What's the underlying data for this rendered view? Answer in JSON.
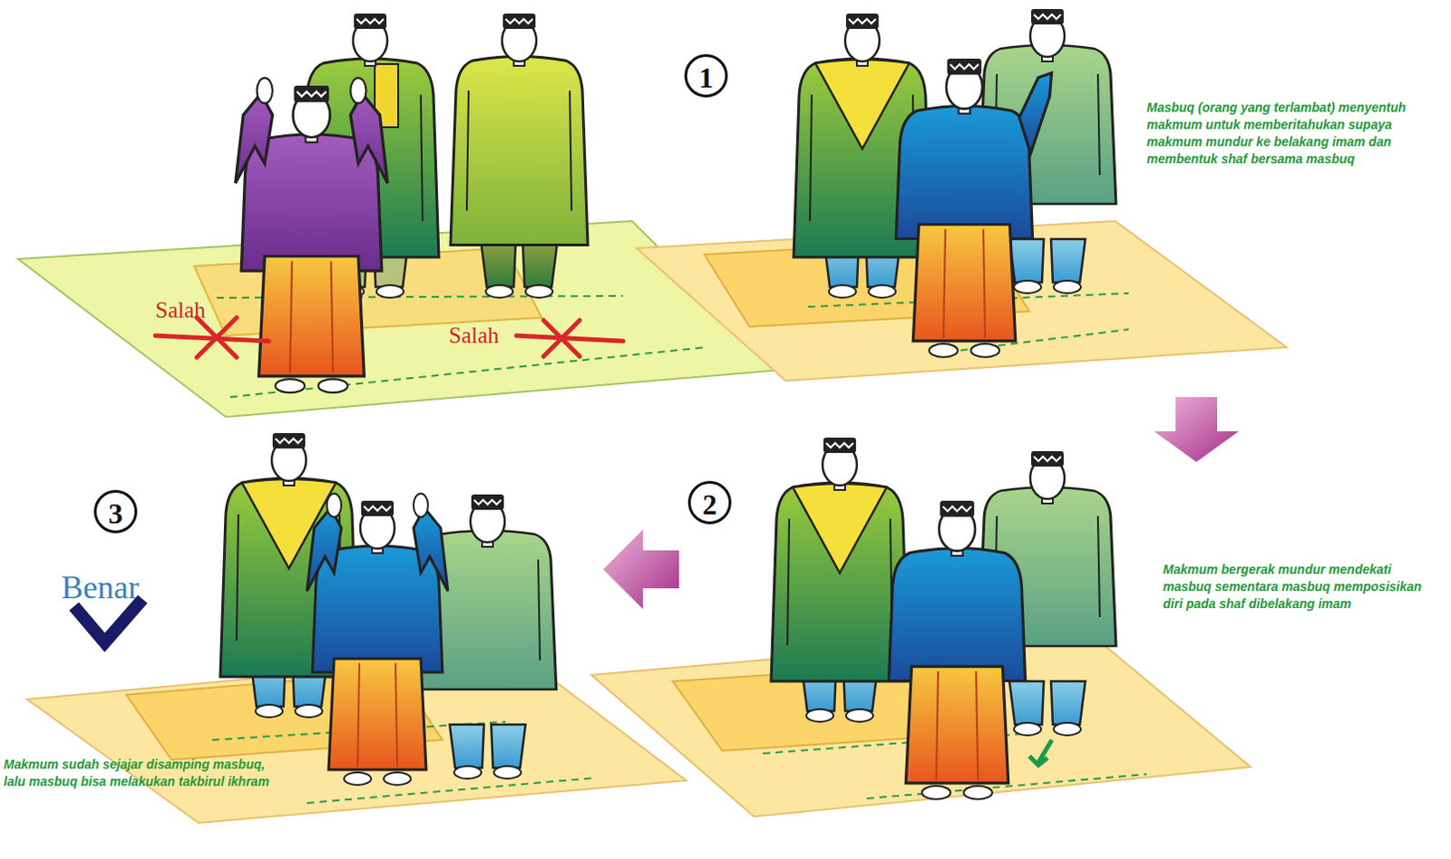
{
  "diagram": {
    "labels": [
      "Salah",
      "Salah",
      "1",
      "Masbuq (orang yang terlambat) menyentuh makmum untuk memberitahukan supaya makmum mundur ke belakang imam dan membentuk shaf bersama masbuq",
      "2",
      "Makmum bergerak mundur mendekati masbuq sementara masbuq memposisikan diri pada shaf dibelakang imam",
      "3",
      "Benar",
      "Makmum sudah sejajar disamping masbuq, lalu masbuq bisa melakukan takbirul ikhram"
    ]
  }
}
